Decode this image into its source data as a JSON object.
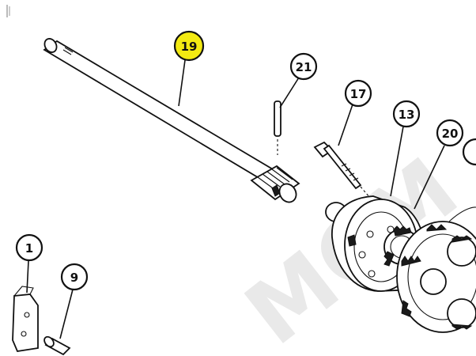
{
  "diagram": {
    "callouts": [
      {
        "id": "c19",
        "label": "19",
        "highlighted": true
      },
      {
        "id": "c21",
        "label": "21",
        "highlighted": false
      },
      {
        "id": "c17",
        "label": "17",
        "highlighted": false
      },
      {
        "id": "c13",
        "label": "13",
        "highlighted": false
      },
      {
        "id": "c20",
        "label": "20",
        "highlighted": false
      },
      {
        "id": "c1",
        "label": "1",
        "highlighted": false
      },
      {
        "id": "c9",
        "label": "9",
        "highlighted": false
      }
    ],
    "highlight_color": "#f3ea12",
    "watermark": "MCM"
  }
}
